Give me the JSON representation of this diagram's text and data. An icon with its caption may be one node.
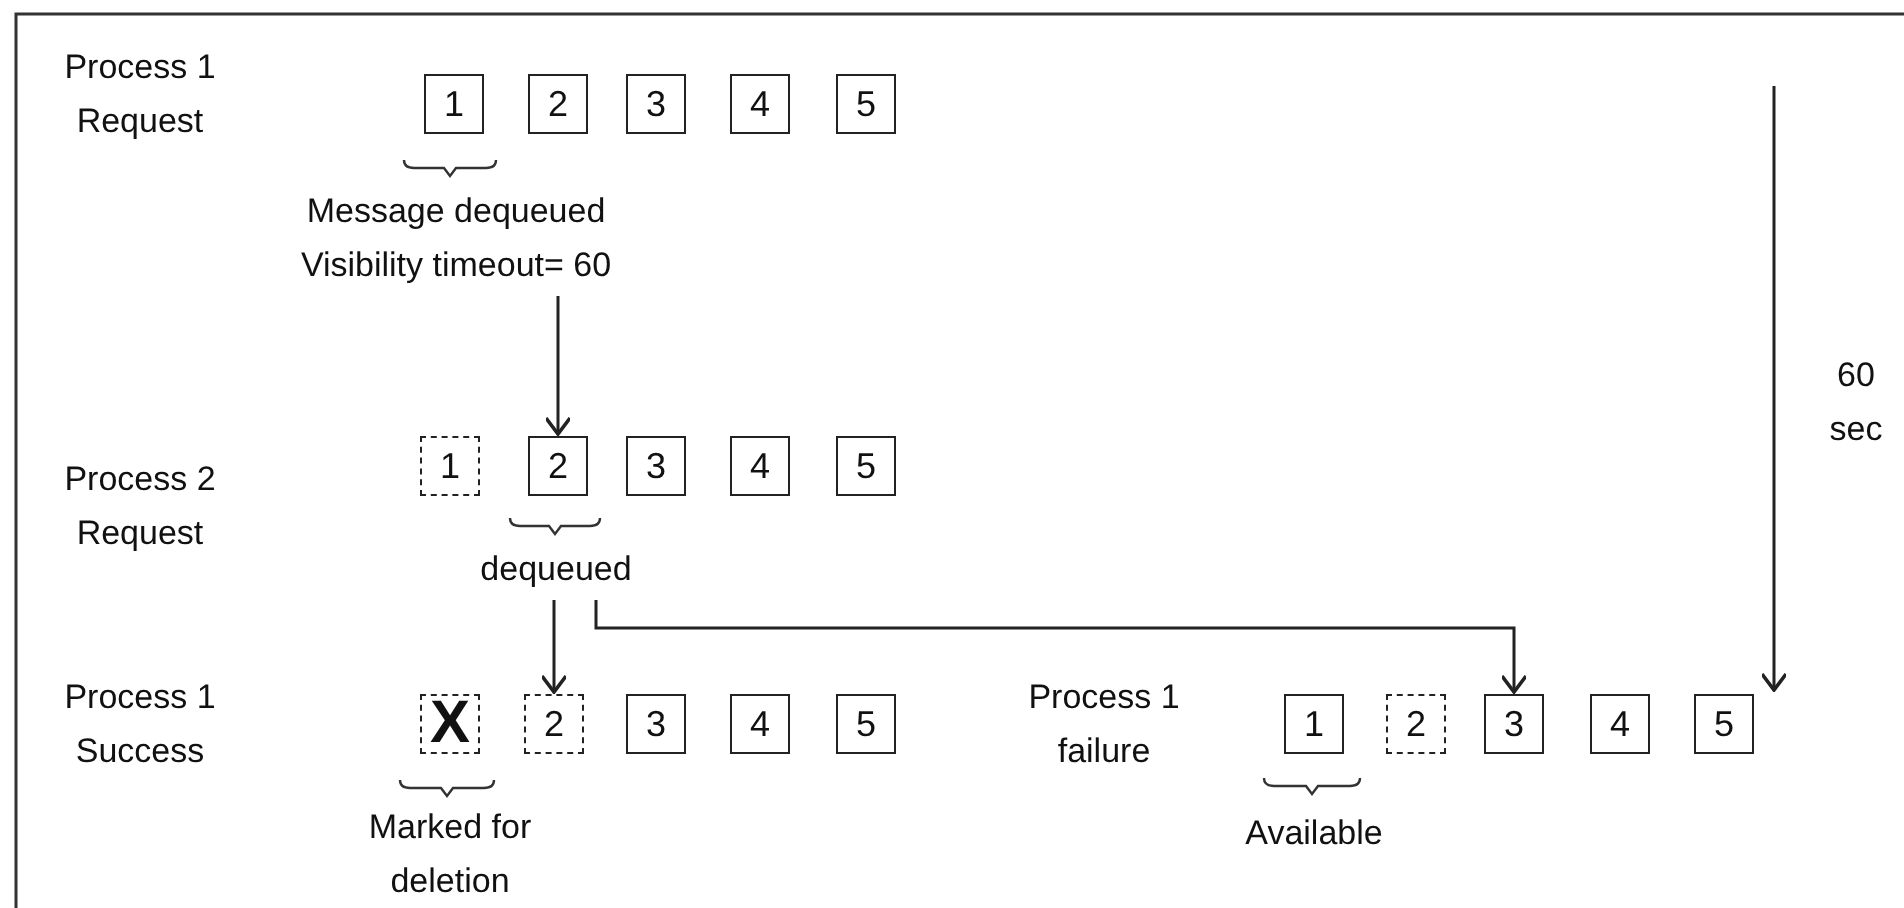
{
  "diagram": {
    "nodes": [
      {
        "text": [
          "1"
        ]
      },
      {
        "text": [
          "2"
        ]
      },
      {
        "text": [
          "3"
        ]
      },
      {
        "text": [
          "4"
        ]
      },
      {
        "text": [
          "5"
        ]
      },
      {
        "text": [
          "Message dequeued Visibility timeout= 60"
        ]
      },
      {
        "text": [
          "1"
        ]
      },
      {
        "text": [
          "2"
        ]
      },
      {
        "text": [
          "3"
        ]
      },
      {
        "text": [
          "4"
        ]
      },
      {
        "text": [
          "5"
        ]
      },
      {
        "text": [
          "dequeued"
        ]
      },
      {
        "text": [
          "X"
        ]
      },
      {
        "text": [
          "2"
        ]
      },
      {
        "text": [
          "3"
        ]
      },
      {
        "text": [
          "4"
        ]
      },
      {
        "text": [
          "5"
        ]
      },
      {
        "text": [
          "1"
        ]
      },
      {
        "text": [
          "2"
        ]
      },
      {
        "text": [
          "3"
        ]
      },
      {
        "text": [
          "4"
        ]
      },
      {
        "text": [
          "5"
        ]
      }
    ],
    "edges": [
      {
        "from": 5,
        "to": 7,
        "arrow": "to"
      },
      {
        "from": 11,
        "to": 13,
        "arrow": "to"
      },
      {
        "from": 11,
        "to": 19,
        "arrow": "to"
      }
    ],
    "labels": [
      "Process 1 Request",
      "Process 2 Request",
      "Process 1 Success",
      "Process 1 failure",
      "Marked for deletion",
      "Available",
      "60 sec"
    ]
  }
}
